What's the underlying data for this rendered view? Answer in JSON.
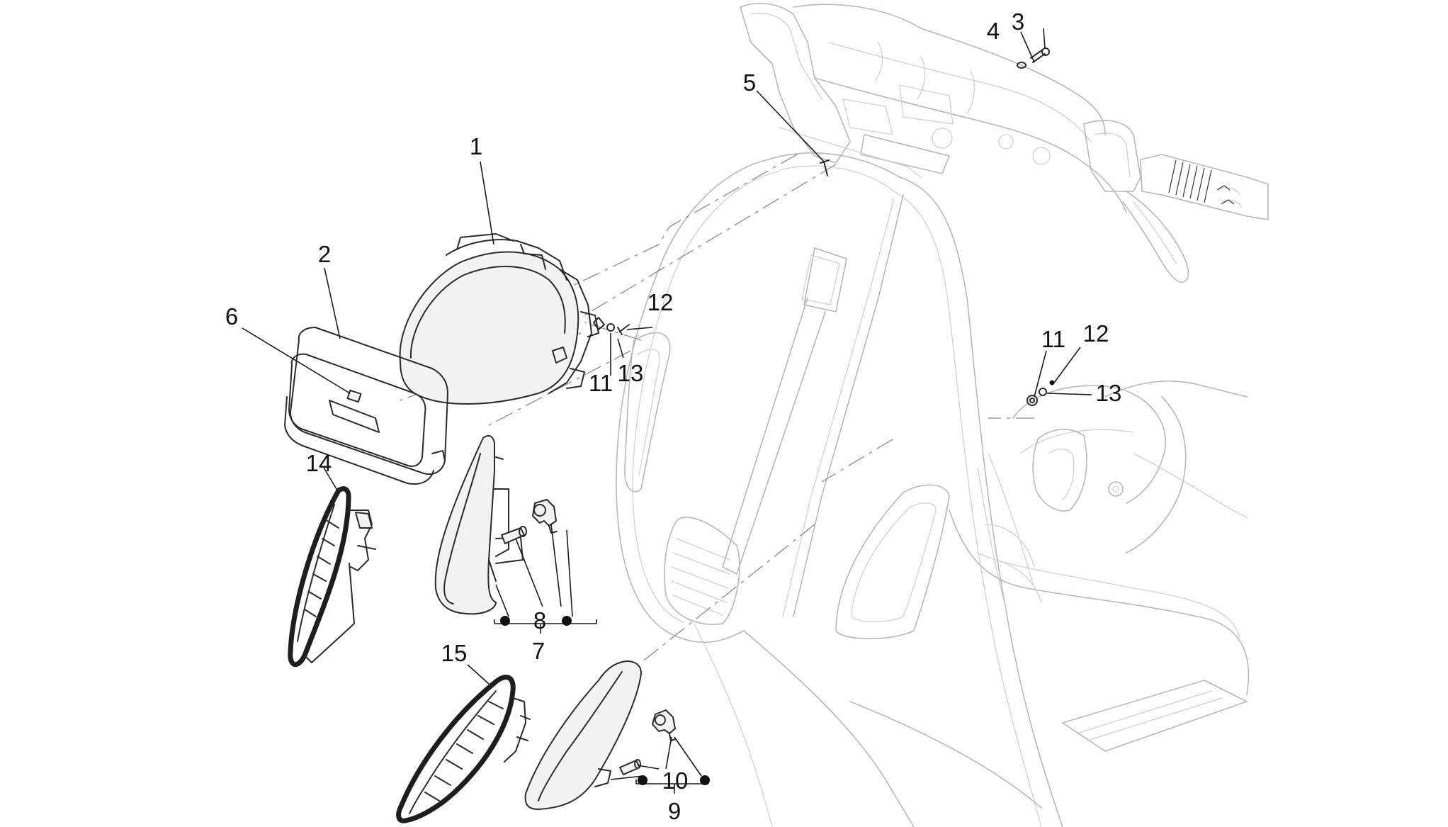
{
  "callouts": [
    {
      "id": "c1",
      "text": "1"
    },
    {
      "id": "c2",
      "text": "2"
    },
    {
      "id": "c3",
      "text": "3"
    },
    {
      "id": "c4",
      "text": "4"
    },
    {
      "id": "c5",
      "text": "5"
    },
    {
      "id": "c6",
      "text": "6"
    },
    {
      "id": "c7",
      "text": "7"
    },
    {
      "id": "c8",
      "text": "8"
    },
    {
      "id": "c9",
      "text": "9"
    },
    {
      "id": "c10",
      "text": "10"
    },
    {
      "id": "c11a",
      "text": "11"
    },
    {
      "id": "c11b",
      "text": "11"
    },
    {
      "id": "c12a",
      "text": "12"
    },
    {
      "id": "c12b",
      "text": "12"
    },
    {
      "id": "c13a",
      "text": "13"
    },
    {
      "id": "c13b",
      "text": "13"
    },
    {
      "id": "c14",
      "text": "14"
    },
    {
      "id": "c15",
      "text": "15"
    }
  ],
  "colors": {
    "ink": "#111111",
    "ghost": "#b7b7b7",
    "background": "#ffffff"
  }
}
